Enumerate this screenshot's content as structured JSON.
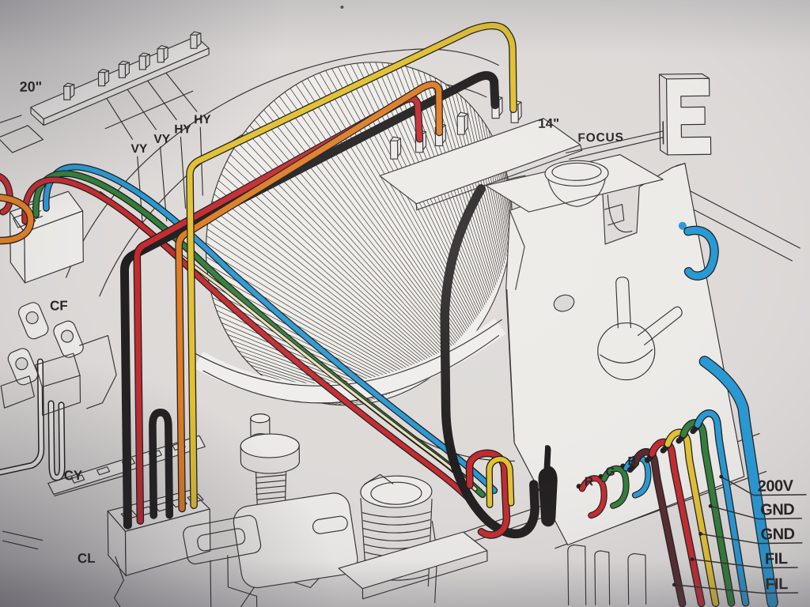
{
  "diagram": {
    "description": "CRT picture tube wiring pictorial",
    "labels": {
      "size20": "20\"",
      "size14": "14\"",
      "focus": "FOCUS"
    },
    "yoke_leads": [
      "VY",
      "VY",
      "HY",
      "HY"
    ],
    "connectors": {
      "cf": "CF",
      "cy": "CY",
      "cl": "CL"
    },
    "gun_leads": {
      "r": "R",
      "g": "G",
      "b": "B"
    },
    "socket_terminals": [
      "200V",
      "GND",
      "GND",
      "FIL",
      "FIL"
    ],
    "colors": {
      "wire_red": "#c4262b",
      "wire_orange": "#de7a20",
      "wire_yellow": "#e2c02e",
      "wire_green": "#2d7c36",
      "wire_blue": "#2397d4",
      "wire_black": "#1d1a1b",
      "wire_cream": "#eadfb9",
      "wire_maroon": "#53262a",
      "wire_white": "#f4f2ef",
      "line_art": "#2e2b2b",
      "paper": "#dddad8"
    }
  }
}
